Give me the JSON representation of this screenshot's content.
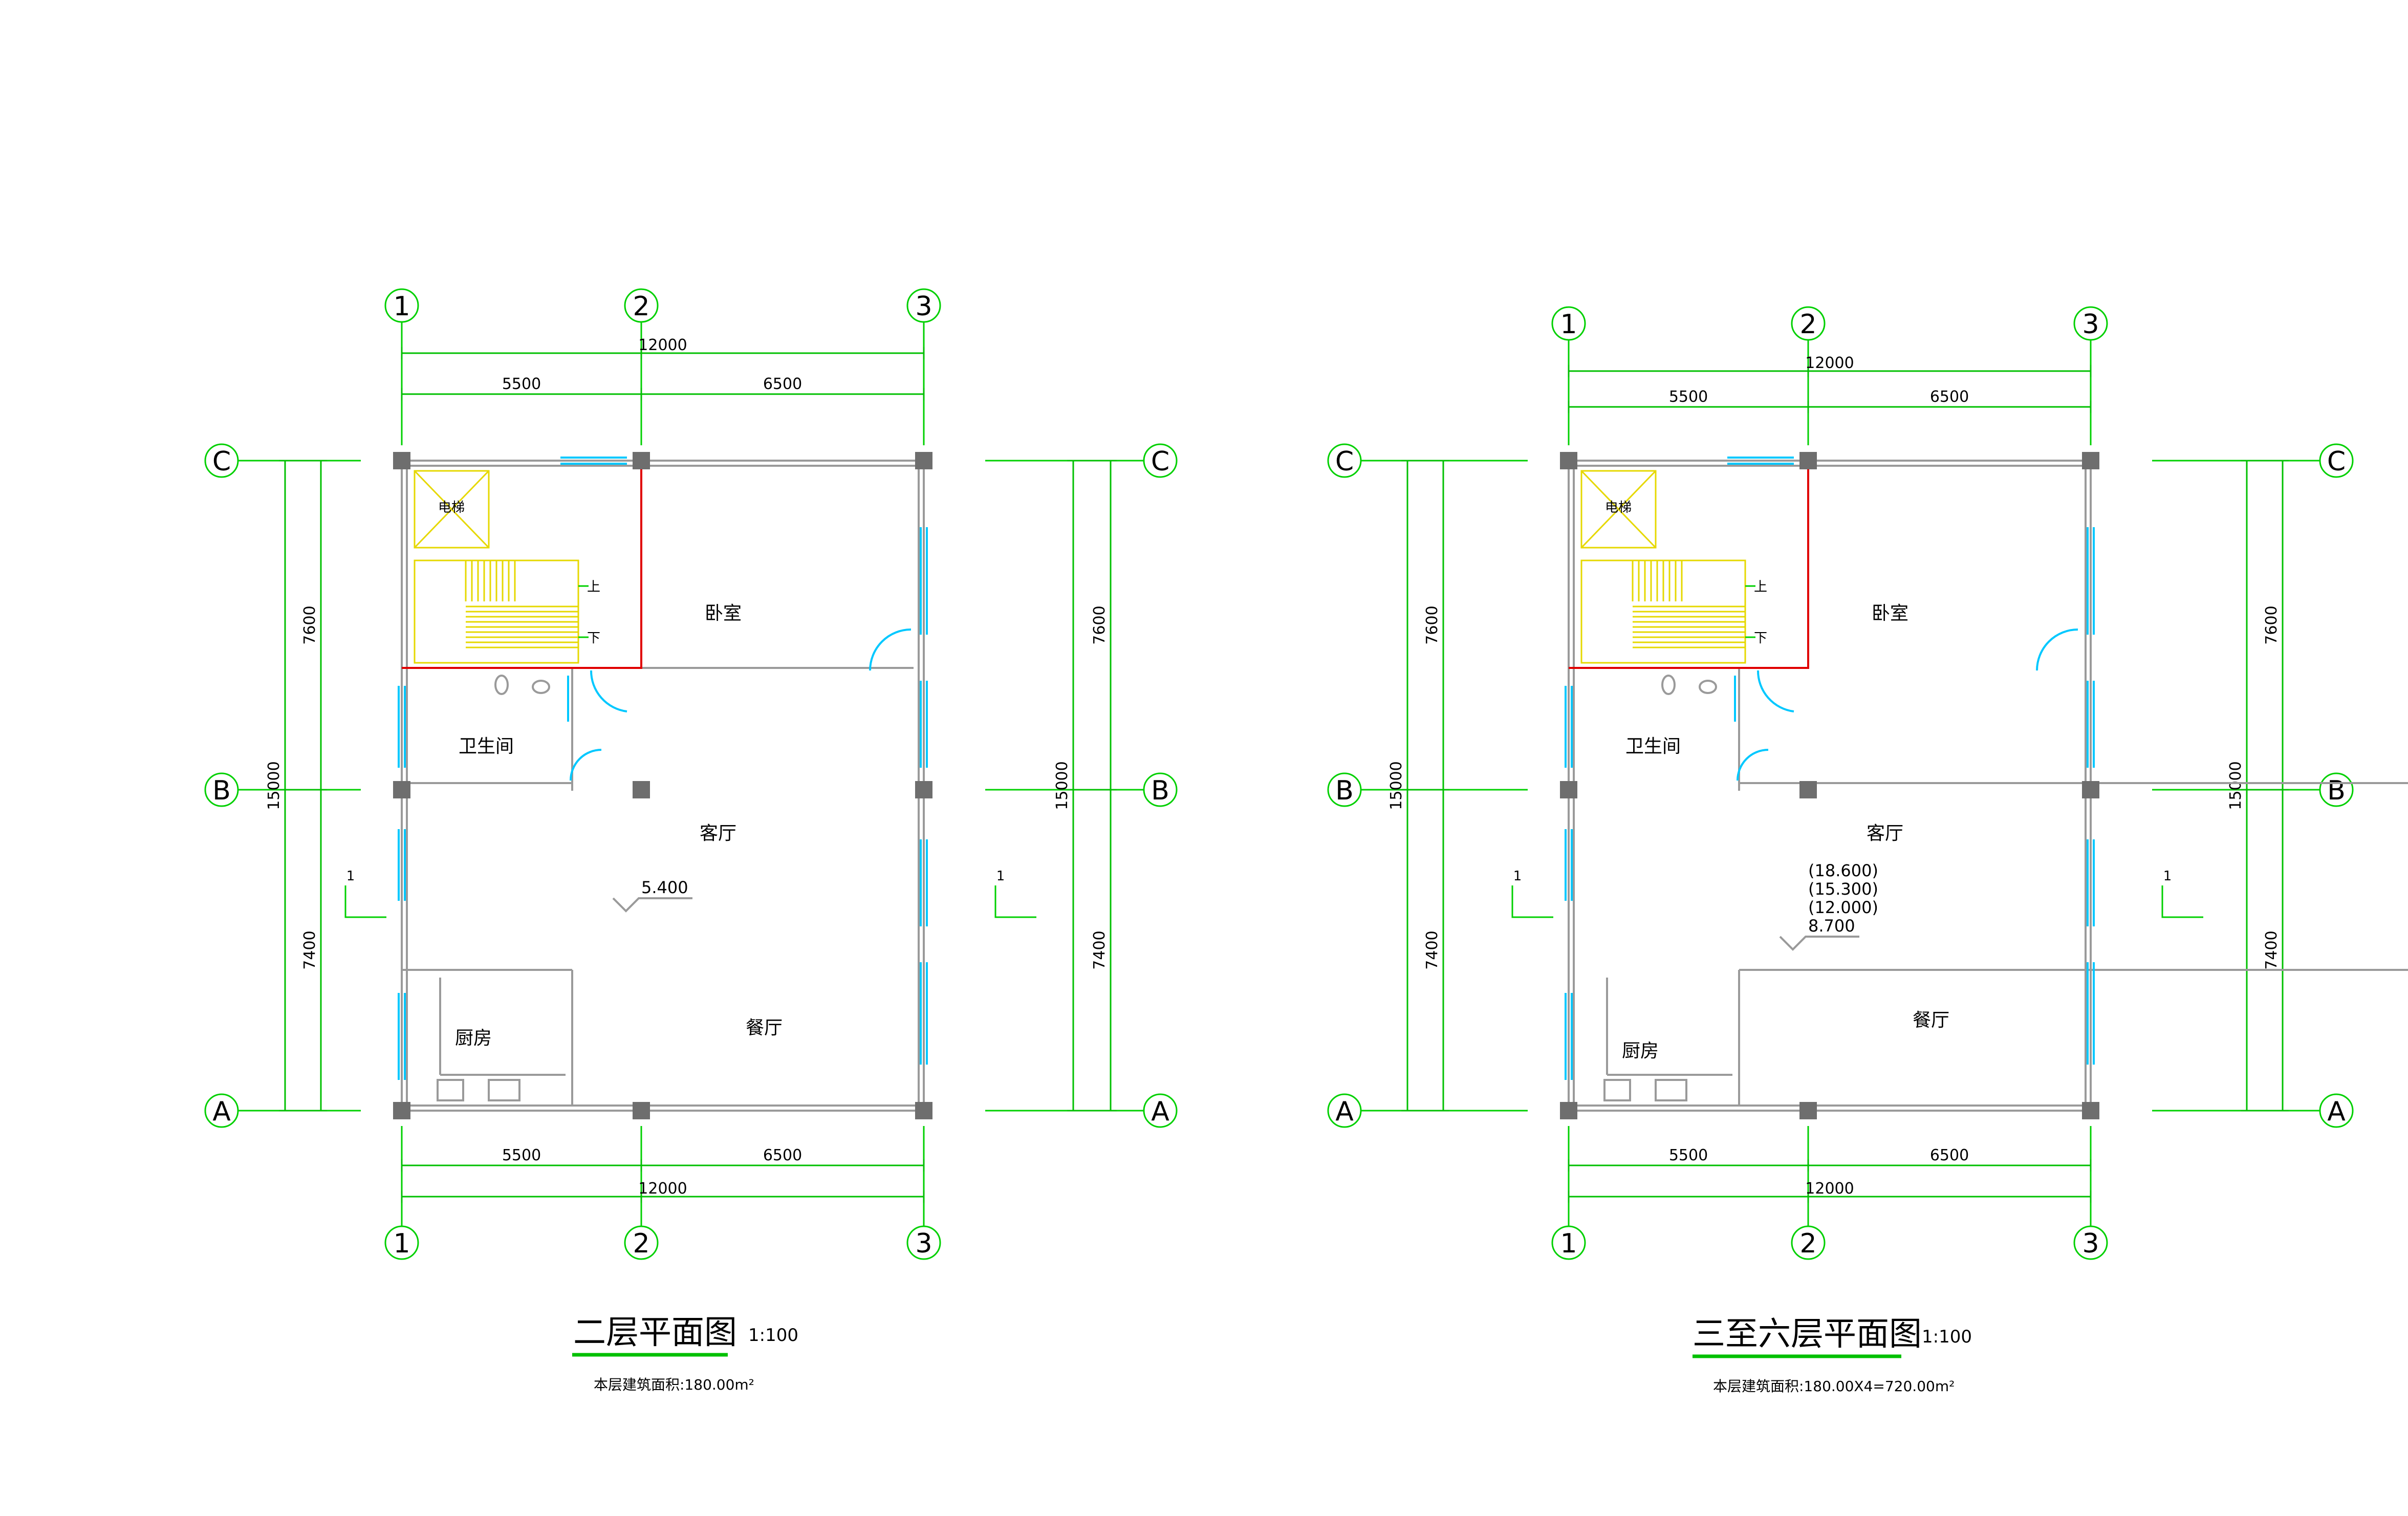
{
  "plans": [
    {
      "title": "二层平面图",
      "scale": "1:100",
      "area": "本层建筑面积:180.00m²",
      "axes_x": [
        "1",
        "2",
        "3"
      ],
      "axes_y": [
        "C",
        "B",
        "A"
      ],
      "dims_top_total": "12000",
      "dims_top": [
        "5500",
        "6500"
      ],
      "dims_bottom": [
        "5500",
        "6500"
      ],
      "dims_bottom_total": "12000",
      "dims_side_total": "15000",
      "dims_side": [
        "7600",
        "7400"
      ],
      "rooms": {
        "bedroom": "卧室",
        "bathroom": "卫生间",
        "living": "客厅",
        "kitchen": "厨房",
        "dining": "餐厅",
        "elevator": "电梯",
        "up": "上",
        "down": "下"
      },
      "section_mark": "1",
      "elevations": [
        "5.400"
      ]
    },
    {
      "title": "三至六层平面图",
      "scale": "1:100",
      "area": "本层建筑面积:180.00X4=720.00m²",
      "axes_x": [
        "1",
        "2",
        "3"
      ],
      "axes_y": [
        "C",
        "B",
        "A"
      ],
      "dims_top_total": "12000",
      "dims_top": [
        "5500",
        "6500"
      ],
      "dims_bottom": [
        "5500",
        "6500"
      ],
      "dims_bottom_total": "12000",
      "dims_side_total": "15000",
      "dims_side": [
        "7600",
        "7400"
      ],
      "rooms": {
        "bedroom": "卧室",
        "bathroom": "卫生间",
        "living": "客厅",
        "kitchen": "厨房",
        "dining": "餐厅",
        "elevator": "电梯",
        "up": "上",
        "down": "下"
      },
      "section_mark": "1",
      "elevations": [
        "(18.600)",
        "(15.300)",
        "(12.000)",
        "8.700"
      ]
    }
  ],
  "colors": {
    "grid": "#00d000",
    "wall": "#9a9a9a",
    "window": "#00c8ff",
    "stair": "#e6d800",
    "red_wall": "#e00000"
  }
}
